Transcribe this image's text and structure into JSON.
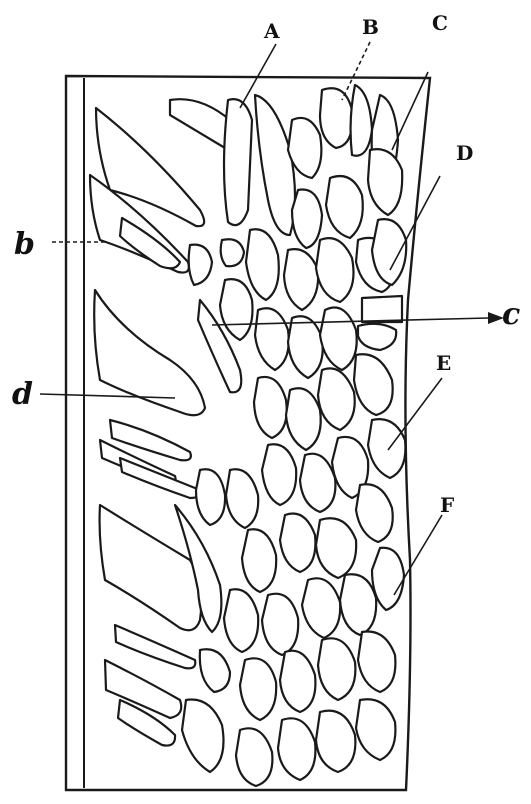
{
  "figure": {
    "labels": {
      "A": "A",
      "B": "B",
      "C": "C",
      "D": "D",
      "E": "E",
      "F": "F",
      "b": "b",
      "c": "c",
      "d": "d"
    }
  }
}
